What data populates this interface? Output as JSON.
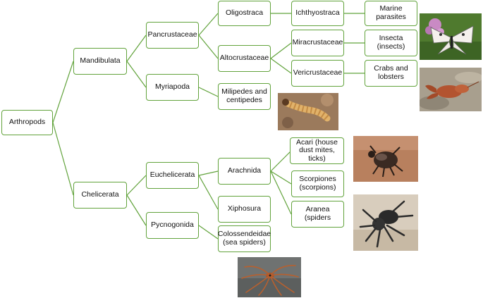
{
  "diagram": {
    "edge_color": "#62a33c",
    "nodes": {
      "arthropods": "Arthropods",
      "mandibulata": "Mandibulata",
      "chelicerata": "Chelicerata",
      "pancrustaceae": "Pancrustaceae",
      "myriapoda": "Myriapoda",
      "euchelicerata": "Euchelicerata",
      "pycnogonida": "Pycnogonida",
      "oligostraca": "Oligostraca",
      "altocrustaceae": "Altocrustaceae",
      "milipedes": "Milipedes and\ncentipedes",
      "arachnida": "Arachnida",
      "xiphosura": "Xiphosura",
      "colossendeidae": "Colossendeidae\n(sea spiders)",
      "ichthyostraca": "Ichthyostraca",
      "miracrustaceae": "Miracrustaceae",
      "vericrustaceae": "Vericrustaceae",
      "acari": "Acari (house\ndust mites, ticks)",
      "scorpiones": "Scorpiones\n(scorpions)",
      "aranea": "Aranea (spiders",
      "marine_parasites": "Marine parasites",
      "insecta": "Insecta (insects)",
      "crabs": "Crabs and\nlobsters"
    },
    "photos": [
      "butterfly-photo",
      "lobster-photo",
      "centipede-photo",
      "tick-photo",
      "spider-photo",
      "sea-spider-photo"
    ]
  }
}
